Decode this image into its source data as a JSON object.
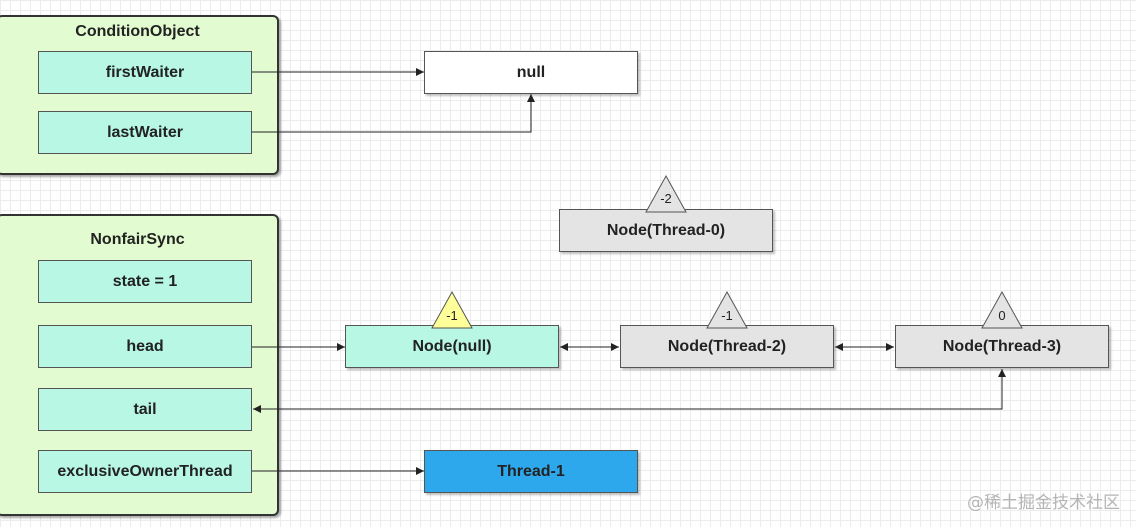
{
  "condition_object": {
    "title": "ConditionObject",
    "first_waiter": "firstWaiter",
    "last_waiter": "lastWaiter"
  },
  "null_box": "null",
  "nonfair_sync": {
    "title": "NonfairSync",
    "state": "state = 1",
    "head": "head",
    "tail": "tail",
    "exclusive_owner_thread": "exclusiveOwnerThread"
  },
  "nodes": {
    "thread0": {
      "label": "Node(Thread-0)",
      "wait_status": "-2"
    },
    "null_node": {
      "label": "Node(null)",
      "wait_status": "-1"
    },
    "thread2": {
      "label": "Node(Thread-2)",
      "wait_status": "-1"
    },
    "thread3": {
      "label": "Node(Thread-3)",
      "wait_status": "0"
    }
  },
  "owner_thread": "Thread-1",
  "watermark": "@稀土掘金技术社区",
  "colors": {
    "panel": "#e2fbd0",
    "field": "#b7f7e4",
    "node_grey": "#e4e4e4",
    "owner_blue": "#2ea8ec",
    "triangle_yellow": "#ffff99",
    "triangle_grey": "#e4e4e4"
  }
}
